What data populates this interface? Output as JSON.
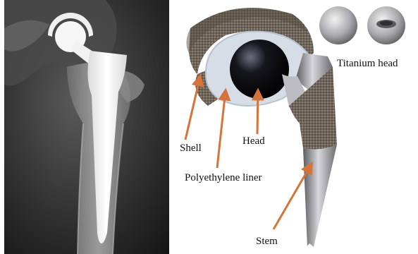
{
  "labels": {
    "shell": "Shell",
    "head": "Head",
    "liner": "Polyethylene liner",
    "stem": "Stem",
    "titanium_head": "Titanium head"
  },
  "colors": {
    "arrow": "#d4733a",
    "label_text": "#111111",
    "xray_background": "#1c1c1c",
    "implant_white": "#f4f4f4"
  }
}
